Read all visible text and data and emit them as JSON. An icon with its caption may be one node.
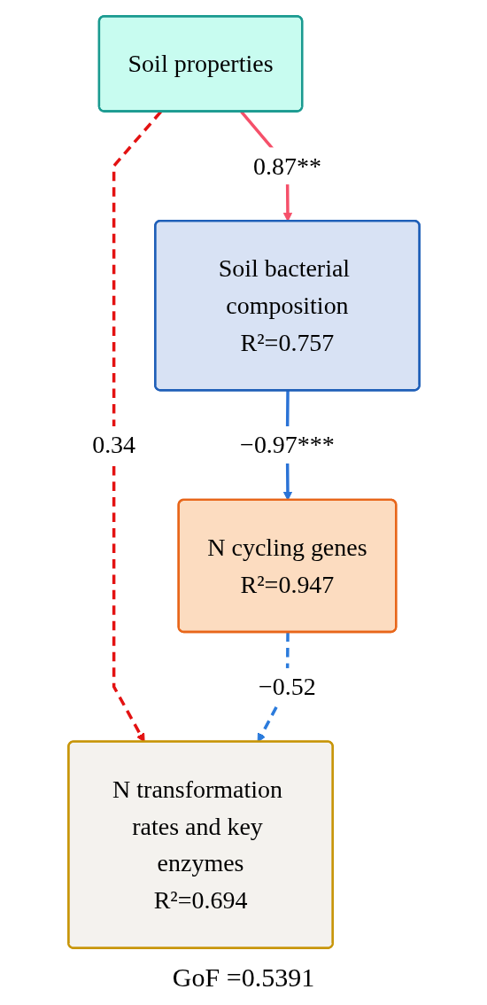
{
  "diagram": {
    "nodes": [
      {
        "text": [
          "Soil properties"
        ]
      },
      {
        "text": [
          "Soil bacterial composition",
          "R²=0.757"
        ]
      },
      {
        "text": [
          "N cycling genes",
          "R²=0.947"
        ]
      },
      {
        "text": [
          "N transformation rates and key enzymes",
          "R²=0.694"
        ]
      }
    ],
    "edges": [
      {
        "from": 0,
        "to": 3,
        "arrow": "to",
        "label": "0.34",
        "style": "dashed",
        "color": "#e31212"
      },
      {
        "from": 0,
        "to": 1,
        "arrow": "to",
        "label": "0.87**",
        "color": "#f5506a"
      },
      {
        "from": 1,
        "to": 2,
        "arrow": "to",
        "label": "−0.97***",
        "color": "#2b73d6"
      },
      {
        "from": 2,
        "to": 3,
        "arrow": "to",
        "label": "−0.52",
        "style": "dashed",
        "color": "#2b7bdc"
      }
    ],
    "labels": [
      "GoF =0.5391"
    ]
  }
}
